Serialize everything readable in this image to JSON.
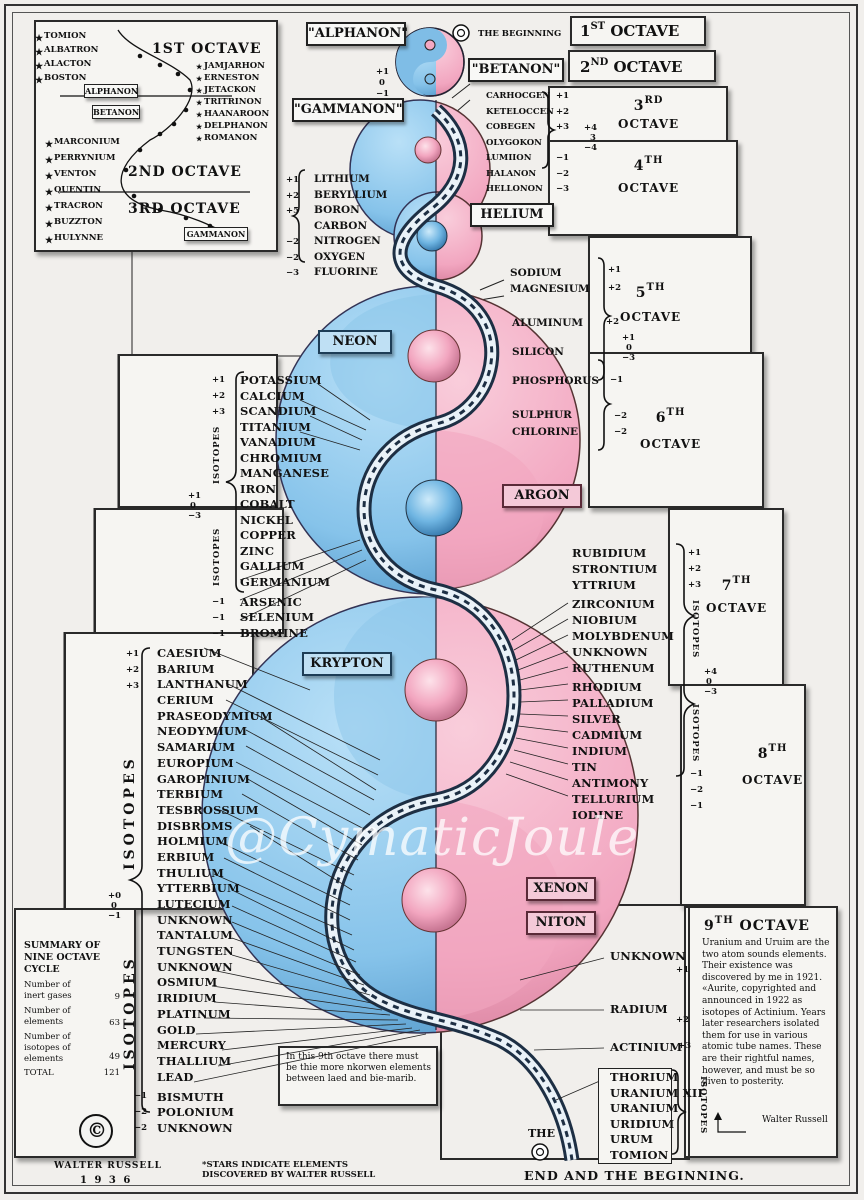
{
  "top": {
    "beginning": "THE BEGINNING",
    "alphanon": "\"ALPHANON\"",
    "betanon": "\"BETANON\"",
    "gammanon": "\"GAMMANON\"",
    "helium": "HELIUM",
    "neon": "NEON",
    "argon": "ARGON",
    "krypton": "KRYPTON",
    "xenon": "XENON",
    "niton": "NITON"
  },
  "octaves": {
    "o1": {
      "num": "1",
      "suf": "ST",
      "word": "OCTAVE"
    },
    "o2": {
      "num": "2",
      "suf": "ND",
      "word": "OCTAVE"
    },
    "o3": {
      "num": "3",
      "suf": "RD",
      "word": "OCTAVE"
    },
    "o4": {
      "num": "4",
      "suf": "TH",
      "word": "OCTAVE"
    },
    "o5": {
      "num": "5",
      "suf": "TH",
      "word": "OCTAVE"
    },
    "o6": {
      "num": "6",
      "suf": "TH",
      "word": "OCTAVE"
    },
    "o7": {
      "num": "7",
      "suf": "TH",
      "word": "OCTAVE"
    },
    "o8": {
      "num": "8",
      "suf": "TH",
      "word": "OCTAVE"
    },
    "o9": {
      "num": "9",
      "suf": "TH",
      "word": "OCTAVE"
    }
  },
  "inset": {
    "octave1": "1ST OCTAVE",
    "octave2": "2ND OCTAVE",
    "octave3": "3RD OCTAVE",
    "left_top": [
      "TOMION",
      "ALBATRON",
      "ALACTON",
      "BOSTON"
    ],
    "alphanon": "ALPHANON",
    "betanon": "BETANON",
    "right_list": [
      "JAMJARHON",
      "ERNESTON",
      "JETACKON",
      "TRITRINON",
      "HAANAROON",
      "DELPHANON",
      "ROMANON"
    ],
    "left_bottom": [
      "MARCONIUM",
      "PERRYNIUM",
      "VENTON",
      "QUENTIN",
      "TRACRON",
      "BUZZTON",
      "HULYNNE"
    ],
    "gammanon": "GAMMANON"
  },
  "group_betanon": {
    "signs_left": [
      "+1",
      "0",
      "−1"
    ],
    "elements": [
      "CARHOCGEN",
      "KETELOCCEN",
      "COBEGEN",
      "OLYGOKON",
      "LUMIION",
      "HALANON",
      "HELLONON"
    ],
    "signs": [
      "+1",
      "+2",
      "+3",
      "",
      "−1",
      "−2",
      "−3"
    ],
    "mid_signs": [
      "+4",
      "3",
      "−4"
    ]
  },
  "group_helium": {
    "signs": [
      "+1",
      "+2",
      "+5",
      "",
      "−2",
      "−2",
      "−3"
    ],
    "elements": [
      "LITHIUM",
      "BERYLLIUM",
      "BORON",
      "CARBON",
      "NITROGEN",
      "OXYGEN",
      "FLUORINE"
    ]
  },
  "group_neon": {
    "elements": [
      "SODIUM",
      "MAGNESIUM",
      "ALUMINUM",
      "SILICON",
      "PHOSPHORUS",
      "SULPHUR",
      "CHLORINE"
    ],
    "signs": [
      "+1",
      "+2",
      "+2",
      "+1",
      "0",
      "−3",
      "−1",
      "−2",
      "−2"
    ]
  },
  "group_argon": {
    "signs_top": [
      "+1",
      "+2",
      "+3"
    ],
    "mid_signs": [
      "+1",
      "0",
      "−3"
    ],
    "signs_bottom": [
      "−1",
      "−1",
      "−1"
    ],
    "elements": [
      "POTASSIUM",
      "CALCIUM",
      "SCANDIUM",
      "TITANIUM",
      "VANADIUM",
      "CHROMIUM",
      "MANGANESE",
      "IRON",
      "COBALT",
      "NICKEL",
      "COPPER",
      "ZINC",
      "GALLIUM",
      "GERMANIUM",
      "ARSENIC",
      "SELENIUM",
      "BROMINE"
    ],
    "isotopes": "ISOTOPES"
  },
  "group_krypton": {
    "elements": [
      "RUBIDIUM",
      "STRONTIUM",
      "YTTRIUM",
      "ZIRCONIUM",
      "NIOBIUM",
      "MOLYBDENUM",
      "UNKNOWN",
      "RUTHENUM",
      "RHODIUM",
      "PALLADIUM",
      "SILVER",
      "CADMIUM",
      "INDIUM",
      "TIN",
      "ANTIMONY",
      "TELLURIUM",
      "IODINE"
    ],
    "signs_top": [
      "+1",
      "+2",
      "+3"
    ],
    "mid_signs": [
      "+4",
      "0",
      "−3"
    ],
    "signs_bottom": [
      "−1",
      "−2",
      "−1"
    ],
    "isotopes": "ISOTOPES"
  },
  "group_xenon": {
    "signs_top": [
      "+1",
      "+2",
      "+3"
    ],
    "mid_signs": [
      "+0",
      "0",
      "−1"
    ],
    "signs_bottom": [
      "−1",
      "−2",
      "−2"
    ],
    "elements": [
      "CAESIUM",
      "BARIUM",
      "LANTHANUM",
      "CERIUM",
      "PRASEODYMIUM",
      "NEODYMIUM",
      "SAMARIUM",
      "EUROPIUM",
      "GAROPINIUM",
      "TERBIUM",
      "TESBROSSIUM",
      "DISBROMS",
      "HOLMIUM",
      "ERBIUM",
      "THULIUM",
      "YTTERBIUM",
      "LUTECIUM",
      "UNKNOWN",
      "TANTALUM",
      "TUNGSTEN",
      "UNKNOWN",
      "OSMIUM",
      "IRIDIUM",
      "PLATINUM",
      "GOLD",
      "MERCURY",
      "THALLIUM",
      "LEAD",
      "BISMUTH",
      "POLONIUM",
      "UNKNOWN"
    ],
    "isotopes": "ISOTOPES"
  },
  "group_niton": {
    "elements": [
      "UNKNOWN",
      "RADIUM",
      "ACTINIUM",
      "THORIUM",
      "URANIUM XII",
      "URANIUM",
      "URIDIUM",
      "URUM",
      "TOMION"
    ],
    "signs": [
      "+1",
      "+2",
      "+3"
    ],
    "isotopes": "ISOTOPES"
  },
  "summary": {
    "title": "SUMMARY OF NINE OCTAVE CYCLE",
    "rows": [
      {
        "label": "Number of inert gases",
        "value": "9"
      },
      {
        "label": "Number of elements",
        "value": "63"
      },
      {
        "label": "Number of isotopes of elements",
        "value": "49"
      },
      {
        "label": "TOTAL",
        "value": "121"
      }
    ]
  },
  "note_9th": "In this 9th octave there must be thie more nkorwen elements between laed and bie-marib.",
  "octave9_text": "Uranium and Uruim are the two atom sounds elements. Their existence was discovered by me in 1921. «Aurite, copyrighted and announced in 1922 as isotopes of Actinium. Years later researchers isolated them for use in various atomic tube names. These are their rightful names, however, and must be so given to posterity.",
  "octave9_sign": "Walter Russell",
  "footer": {
    "author": "WALTER RUSSELL",
    "year": "1 9 3 6",
    "stars_note": "*STARS INDICATE ELEMENTS DISCOVERED BY WALTER RUSSELL",
    "the": "THE",
    "end": "END AND THE BEGINNING.",
    "copyright": "©"
  },
  "watermark": "@CymaticJoule",
  "colors": {
    "blue": "#8ec8ec",
    "pink": "#f2a9c2",
    "ink": "#111111",
    "paper": "#f1efec"
  }
}
